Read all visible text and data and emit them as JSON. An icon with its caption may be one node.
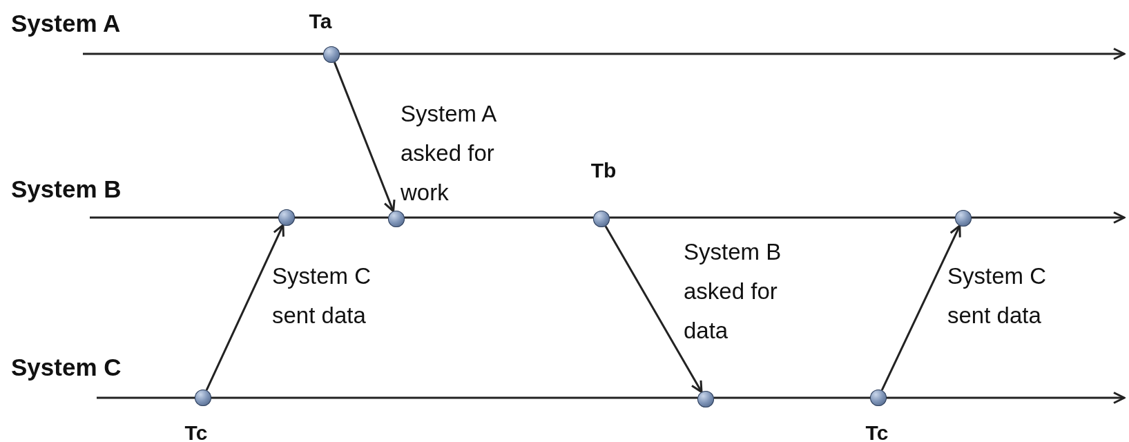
{
  "diagram": {
    "nodes": [
      {
        "text": [],
        "shape": "circle",
        "beside": [
          "Ta"
        ]
      },
      {
        "text": [],
        "shape": "circle"
      },
      {
        "text": [],
        "shape": "circle"
      },
      {
        "text": [],
        "shape": "circle",
        "beside": [
          "Tb"
        ]
      },
      {
        "text": [],
        "shape": "circle"
      },
      {
        "text": [],
        "shape": "circle",
        "beside": [
          "Tc"
        ]
      },
      {
        "text": [],
        "shape": "circle"
      },
      {
        "text": [],
        "shape": "circle",
        "beside": [
          "Tc"
        ]
      }
    ],
    "edges": [
      {
        "from": 0,
        "to": 2,
        "arrow": "to",
        "label": "System A asked for work"
      },
      {
        "from": 5,
        "to": 1,
        "arrow": "to",
        "label": "System C sent data"
      },
      {
        "from": 3,
        "to": 6,
        "arrow": "to",
        "label": "System B asked for data"
      },
      {
        "from": 7,
        "to": 4,
        "arrow": "to",
        "label": "System C sent data"
      }
    ],
    "labels": [
      "System A",
      "System B",
      "System C"
    ]
  }
}
